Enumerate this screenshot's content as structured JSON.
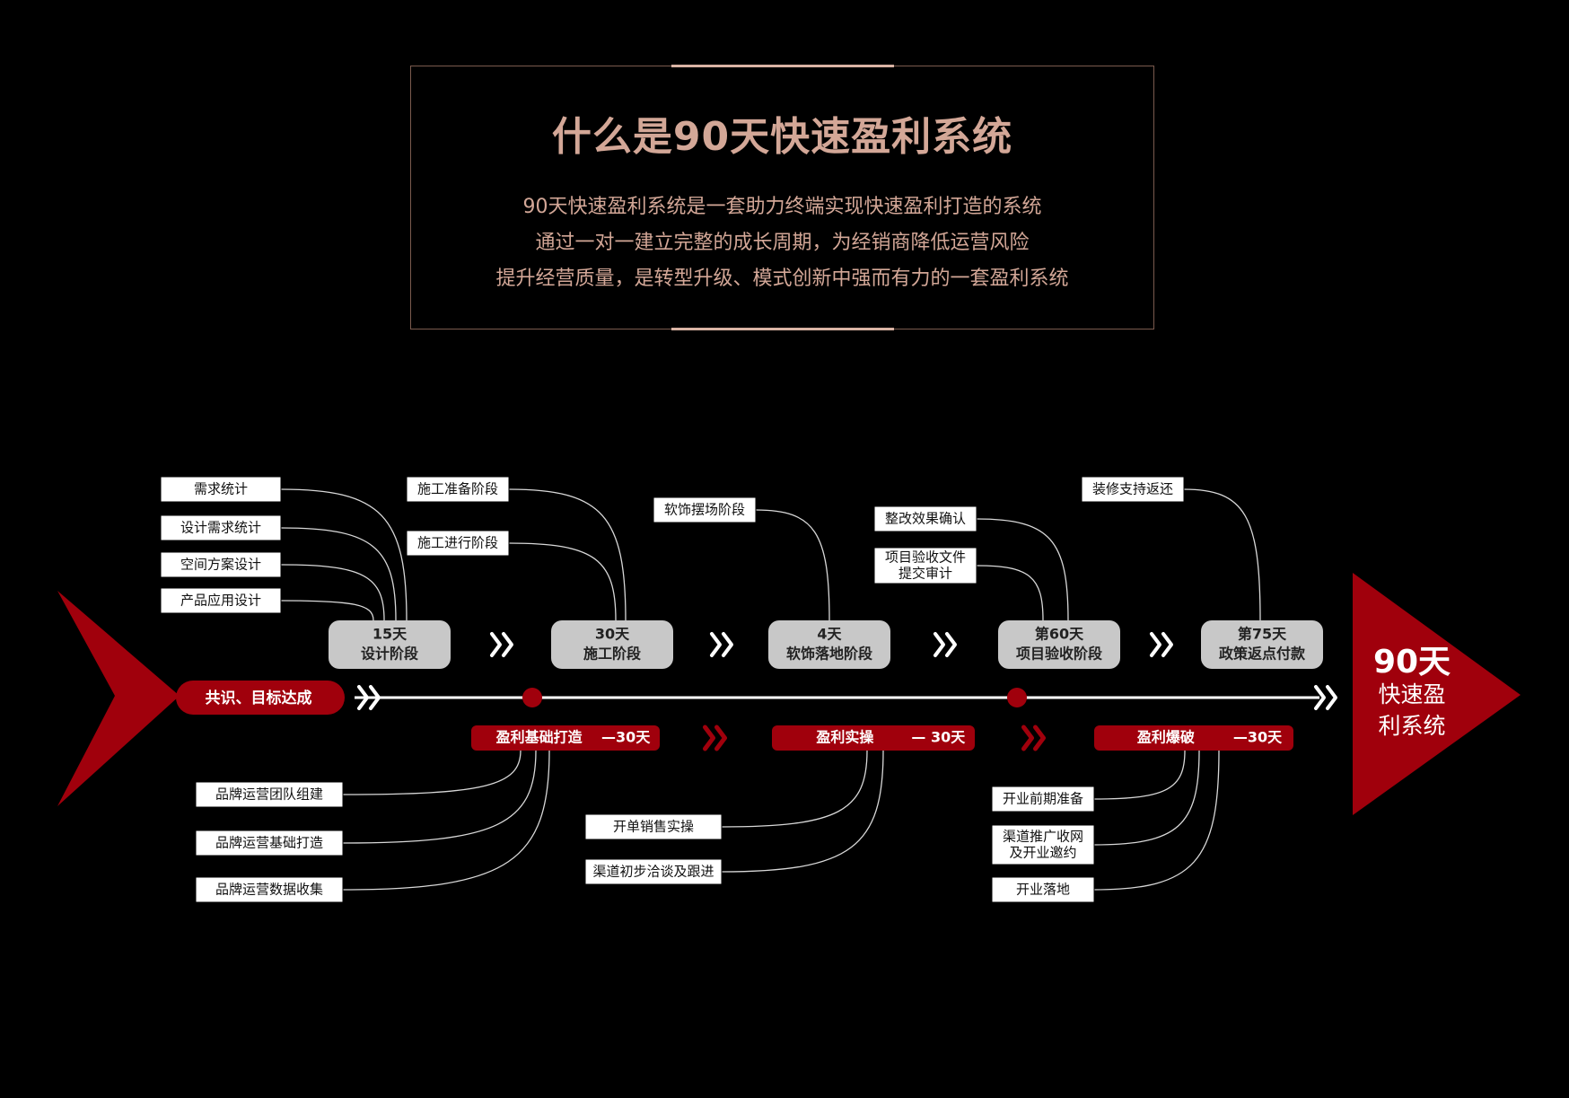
{
  "intro": {
    "title": "什么是90天快速盈利系统",
    "lines": [
      "90天快速盈利系统是一套助力终端实现快速盈利打造的系统",
      "通过一对一建立完整的成长周期，为经销商降低运营风险",
      "提升经营质量，是转型升级、模式创新中强而有力的一套盈利系统"
    ]
  },
  "start_label": "共识、目标达成",
  "end_label": {
    "title": "90天",
    "line1": "快速盈",
    "line2": "利系统"
  },
  "colors": {
    "red": "#a0000c",
    "stage_gray": "#c8c8c8",
    "gold": "#d3a797",
    "line": "#ffffff"
  },
  "stages": [
    {
      "line1": "15天",
      "line2": "设计阶段",
      "tasks": [
        "需求统计",
        "设计需求统计",
        "空间方案设计",
        "产品应用设计"
      ]
    },
    {
      "line1": "30天",
      "line2": "施工阶段",
      "tasks": [
        "施工准备阶段",
        "施工进行阶段"
      ]
    },
    {
      "line1": "4天",
      "line2": "软饰落地阶段",
      "tasks": [
        "软饰摆场阶段"
      ]
    },
    {
      "line1": "第60天",
      "line2": "项目验收阶段",
      "tasks": [
        "整改效果确认",
        "项目验收文件\n提交审计"
      ]
    },
    {
      "line1": "第75天",
      "line2": "政策返点付款",
      "tasks": [
        "装修支持返还"
      ]
    }
  ],
  "phases": [
    {
      "name": "盈利基础打造",
      "duration": "—30天",
      "tasks": [
        "品牌运营团队组建",
        "品牌运营基础打造",
        "品牌运营数据收集"
      ]
    },
    {
      "name": "盈利实操",
      "duration": "— 30天",
      "tasks": [
        "开单销售实操",
        "渠道初步洽谈及跟进"
      ]
    },
    {
      "name": "盈利爆破",
      "duration": "—30天",
      "tasks": [
        "开业前期准备",
        "渠道推广收网\n及开业邀约",
        "开业落地"
      ]
    }
  ]
}
